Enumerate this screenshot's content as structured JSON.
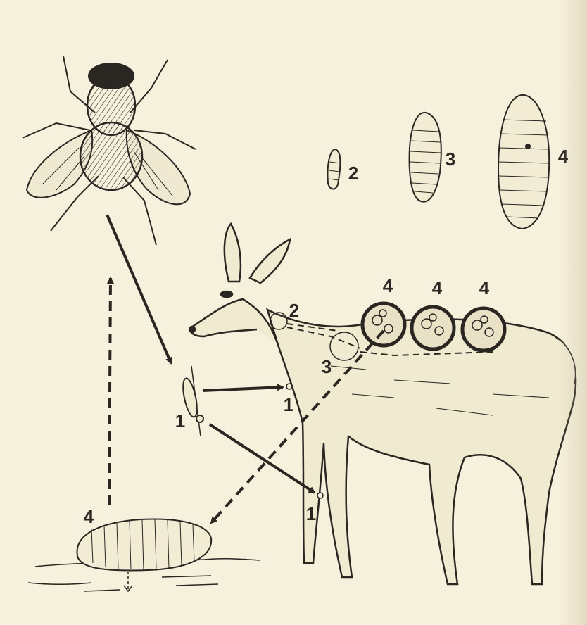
{
  "labels": {
    "egg_1a": "1",
    "egg_1b": "1",
    "egg_1c": "1",
    "larva_2": "2",
    "larva_3": "3",
    "larva_4": "4",
    "deer_2": "2",
    "deer_3": "3",
    "deer_4a": "4",
    "deer_4b": "4",
    "deer_4c": "4",
    "ground_4": "4"
  },
  "colors": {
    "ink": "#2a2622",
    "paper": "#f6f1dc"
  }
}
